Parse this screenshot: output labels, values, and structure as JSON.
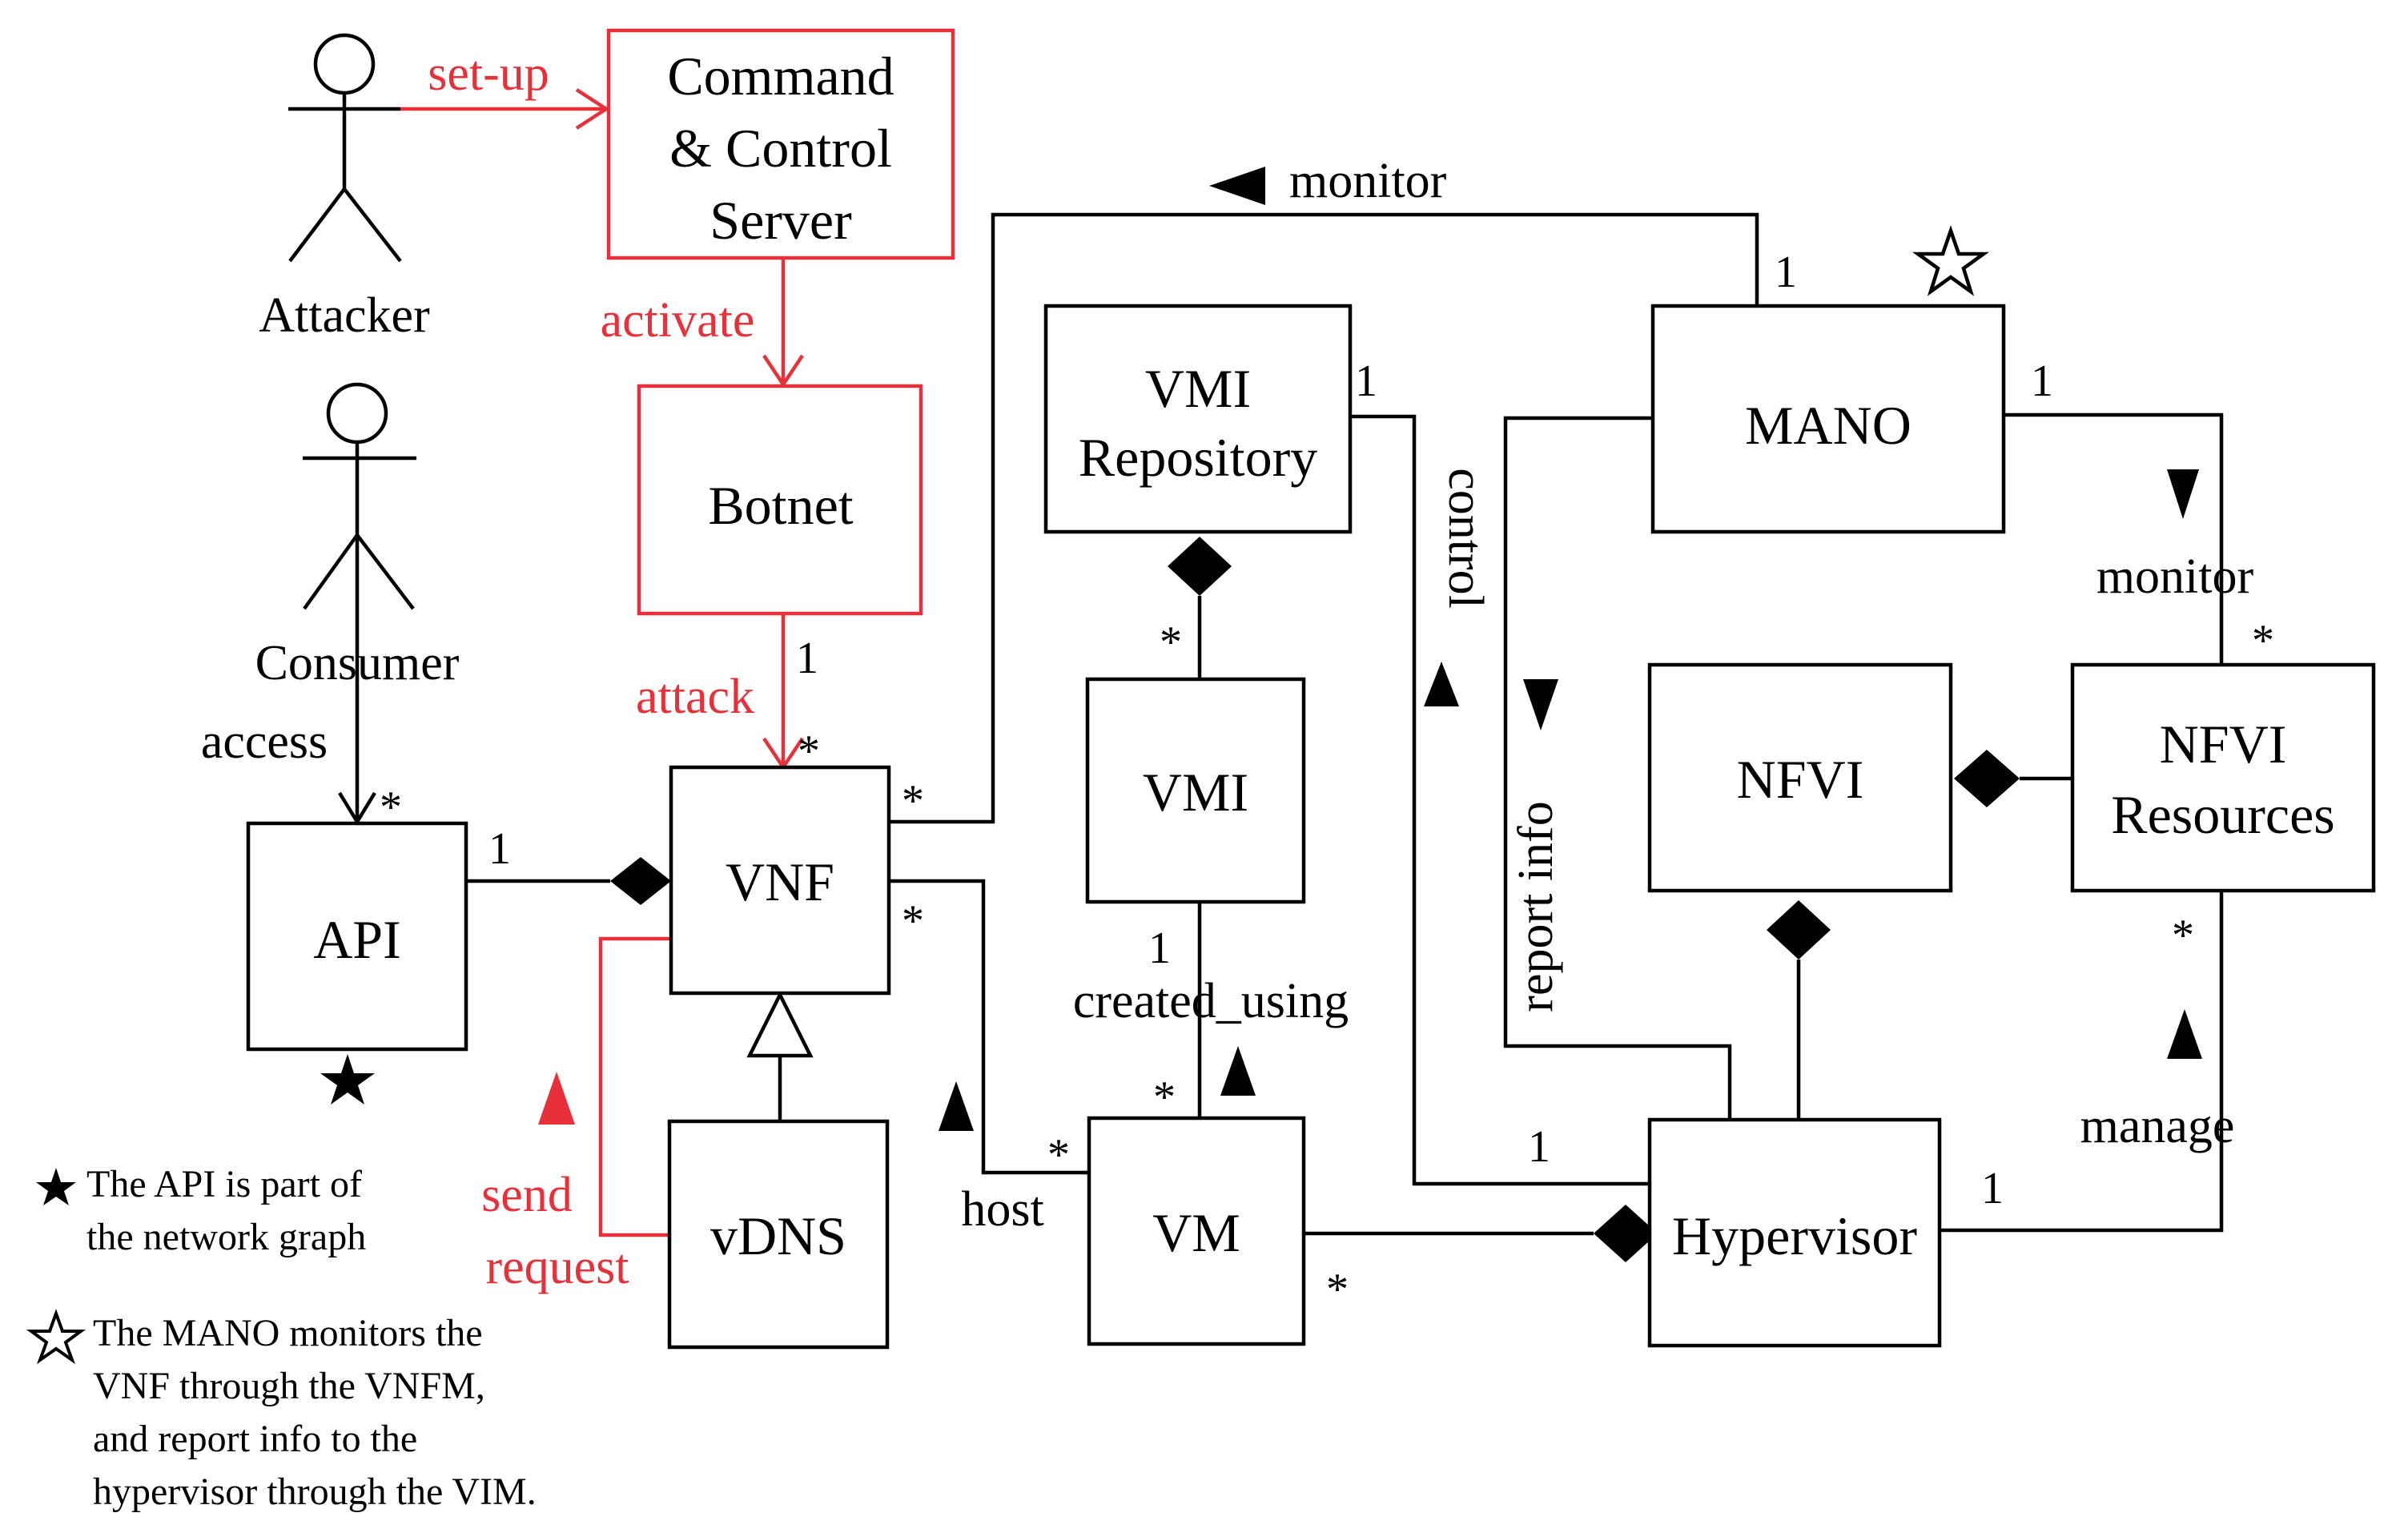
{
  "nodes": {
    "cc_server": [
      "Command",
      "& Control",
      "Server"
    ],
    "botnet": "Botnet",
    "vnf": "VNF",
    "vdns": "vDNS",
    "api": "API",
    "vmi_repository": [
      "VMI",
      "Repository"
    ],
    "vmi": "VMI",
    "vm": "VM",
    "mano": "MANO",
    "nfvi": "NFVI",
    "nfvi_resources": [
      "NFVI",
      "Resources"
    ],
    "hypervisor": "Hypervisor"
  },
  "actors": {
    "attacker": "Attacker",
    "consumer": "Consumer"
  },
  "relations": {
    "setup": "set-up",
    "activate": "activate",
    "attack": "attack",
    "access": "access",
    "send_request": [
      "send",
      "request"
    ],
    "monitor_top": "monitor",
    "monitor_right": "monitor",
    "control": "control",
    "report_info": "report info",
    "created_using": "created_using",
    "host": "host",
    "manage": "manage"
  },
  "multiplicities": {
    "star": "*",
    "one": "1"
  },
  "notes": {
    "api_note": [
      "The API is part of",
      "the network graph"
    ],
    "mano_note": [
      "The MANO monitors the",
      "VNF through the VNFM,",
      "and report info to the",
      "hypervisor through the VIM."
    ]
  },
  "colors": {
    "attack_path": "#e8303a",
    "default": "#000000"
  }
}
